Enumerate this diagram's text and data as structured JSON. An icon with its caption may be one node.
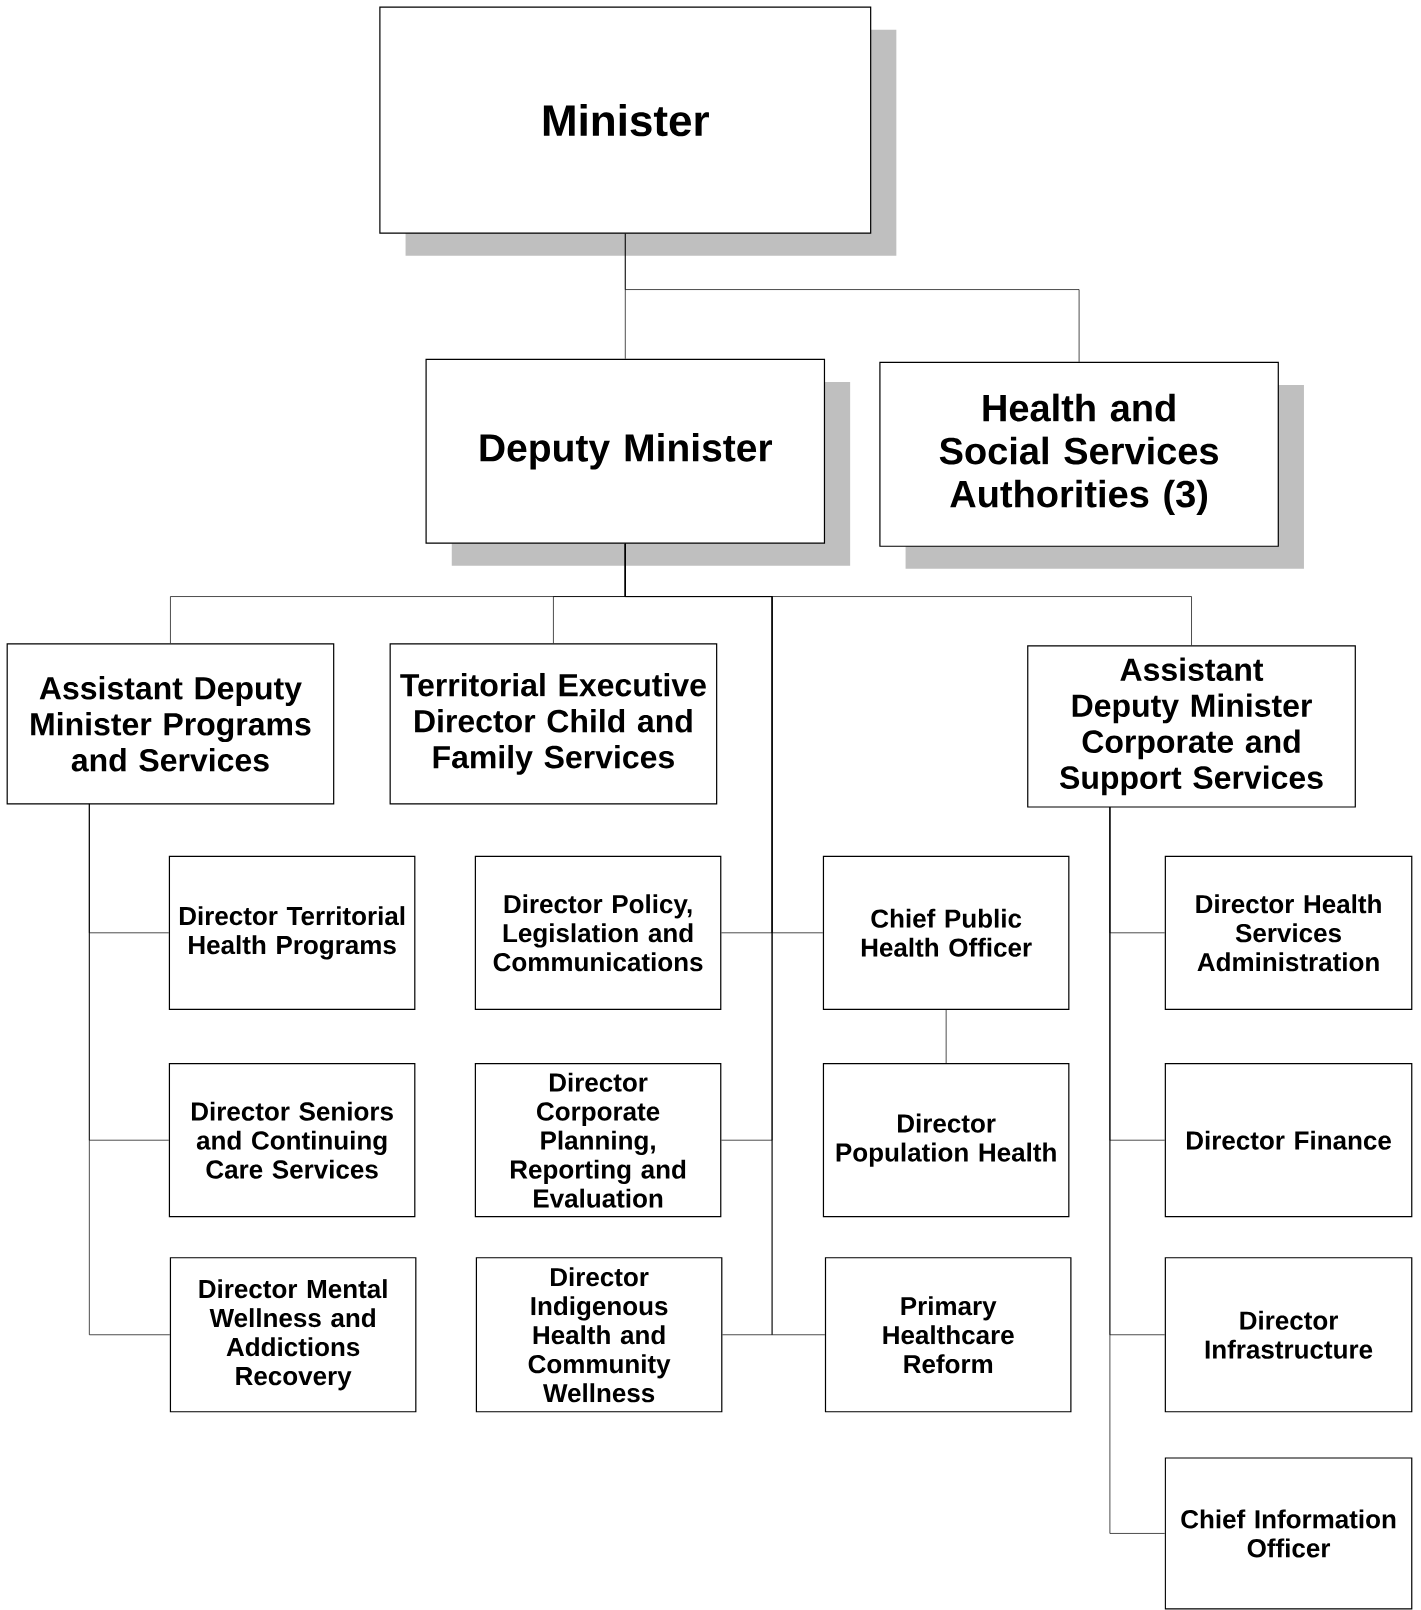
{
  "diagram": {
    "nodes": [
      {
        "text": [
          "Minister"
        ]
      },
      {
        "text": [
          "Deputy Minister"
        ]
      },
      {
        "text": [
          "Health and Social Services Authorities (3)"
        ]
      },
      {
        "text": [
          "Assistant Deputy Minister Programs and Services"
        ]
      },
      {
        "text": [
          "Territorial Executive Director Child and Family Services"
        ]
      },
      {
        "text": [
          "Assistant Deputy Minister Corporate and Support Services"
        ]
      },
      {
        "text": [
          "Director Territorial Health Programs"
        ]
      },
      {
        "text": [
          "Director Policy, Legislation and Communications"
        ]
      },
      {
        "text": [
          "Chief Public Health Officer"
        ]
      },
      {
        "text": [
          "Director Health Services Administration"
        ]
      },
      {
        "text": [
          "Director Seniors and Continuing Care Services"
        ]
      },
      {
        "text": [
          "Director Corporate Planning, Reporting and Evaluation"
        ]
      },
      {
        "text": [
          "Director Population Health"
        ]
      },
      {
        "text": [
          "Director Finance"
        ]
      },
      {
        "text": [
          "Director Mental Wellness and Addictions Recovery"
        ]
      },
      {
        "text": [
          "Director Indigenous Health and Community Wellness"
        ]
      },
      {
        "text": [
          "Primary Healthcare Reform"
        ]
      },
      {
        "text": [
          "Director Infrastructure"
        ]
      },
      {
        "text": [
          "Chief Information Officer"
        ]
      }
    ],
    "edges": [
      {
        "from": 0,
        "to": 1,
        "arrow": "none"
      },
      {
        "from": 0,
        "to": 2,
        "arrow": "none"
      },
      {
        "from": 1,
        "to": 3,
        "arrow": "none"
      },
      {
        "from": 1,
        "to": 4,
        "arrow": "none"
      },
      {
        "from": 1,
        "to": 5,
        "arrow": "none"
      },
      {
        "from": 1,
        "to": 7,
        "arrow": "none"
      },
      {
        "from": 1,
        "to": 11,
        "arrow": "none"
      },
      {
        "from": 1,
        "to": 15,
        "arrow": "none"
      },
      {
        "from": 1,
        "to": 8,
        "arrow": "none"
      },
      {
        "from": 1,
        "to": 16,
        "arrow": "none"
      },
      {
        "from": 8,
        "to": 12,
        "arrow": "none"
      },
      {
        "from": 3,
        "to": 6,
        "arrow": "none"
      },
      {
        "from": 3,
        "to": 10,
        "arrow": "none"
      },
      {
        "from": 3,
        "to": 14,
        "arrow": "none"
      },
      {
        "from": 5,
        "to": 9,
        "arrow": "none"
      },
      {
        "from": 5,
        "to": 13,
        "arrow": "none"
      },
      {
        "from": 5,
        "to": 17,
        "arrow": "none"
      },
      {
        "from": 5,
        "to": 18,
        "arrow": "none"
      }
    ]
  }
}
